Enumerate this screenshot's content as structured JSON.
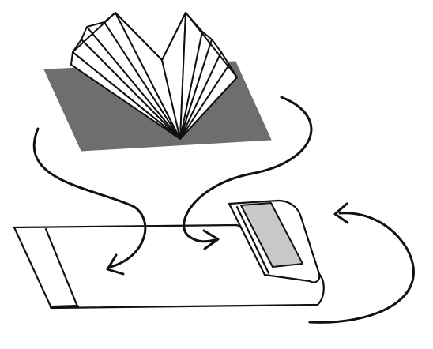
{
  "diagram": {
    "description_labels": [],
    "colors": {
      "ink": "#111111",
      "paper": "#ffffff",
      "shadow_sheet": "#6e6e6e",
      "band": "#c8c8c8"
    },
    "icons": [
      "open-book-icon",
      "flat-cover-sheet",
      "folded-jacket",
      "curved-arrow"
    ]
  }
}
